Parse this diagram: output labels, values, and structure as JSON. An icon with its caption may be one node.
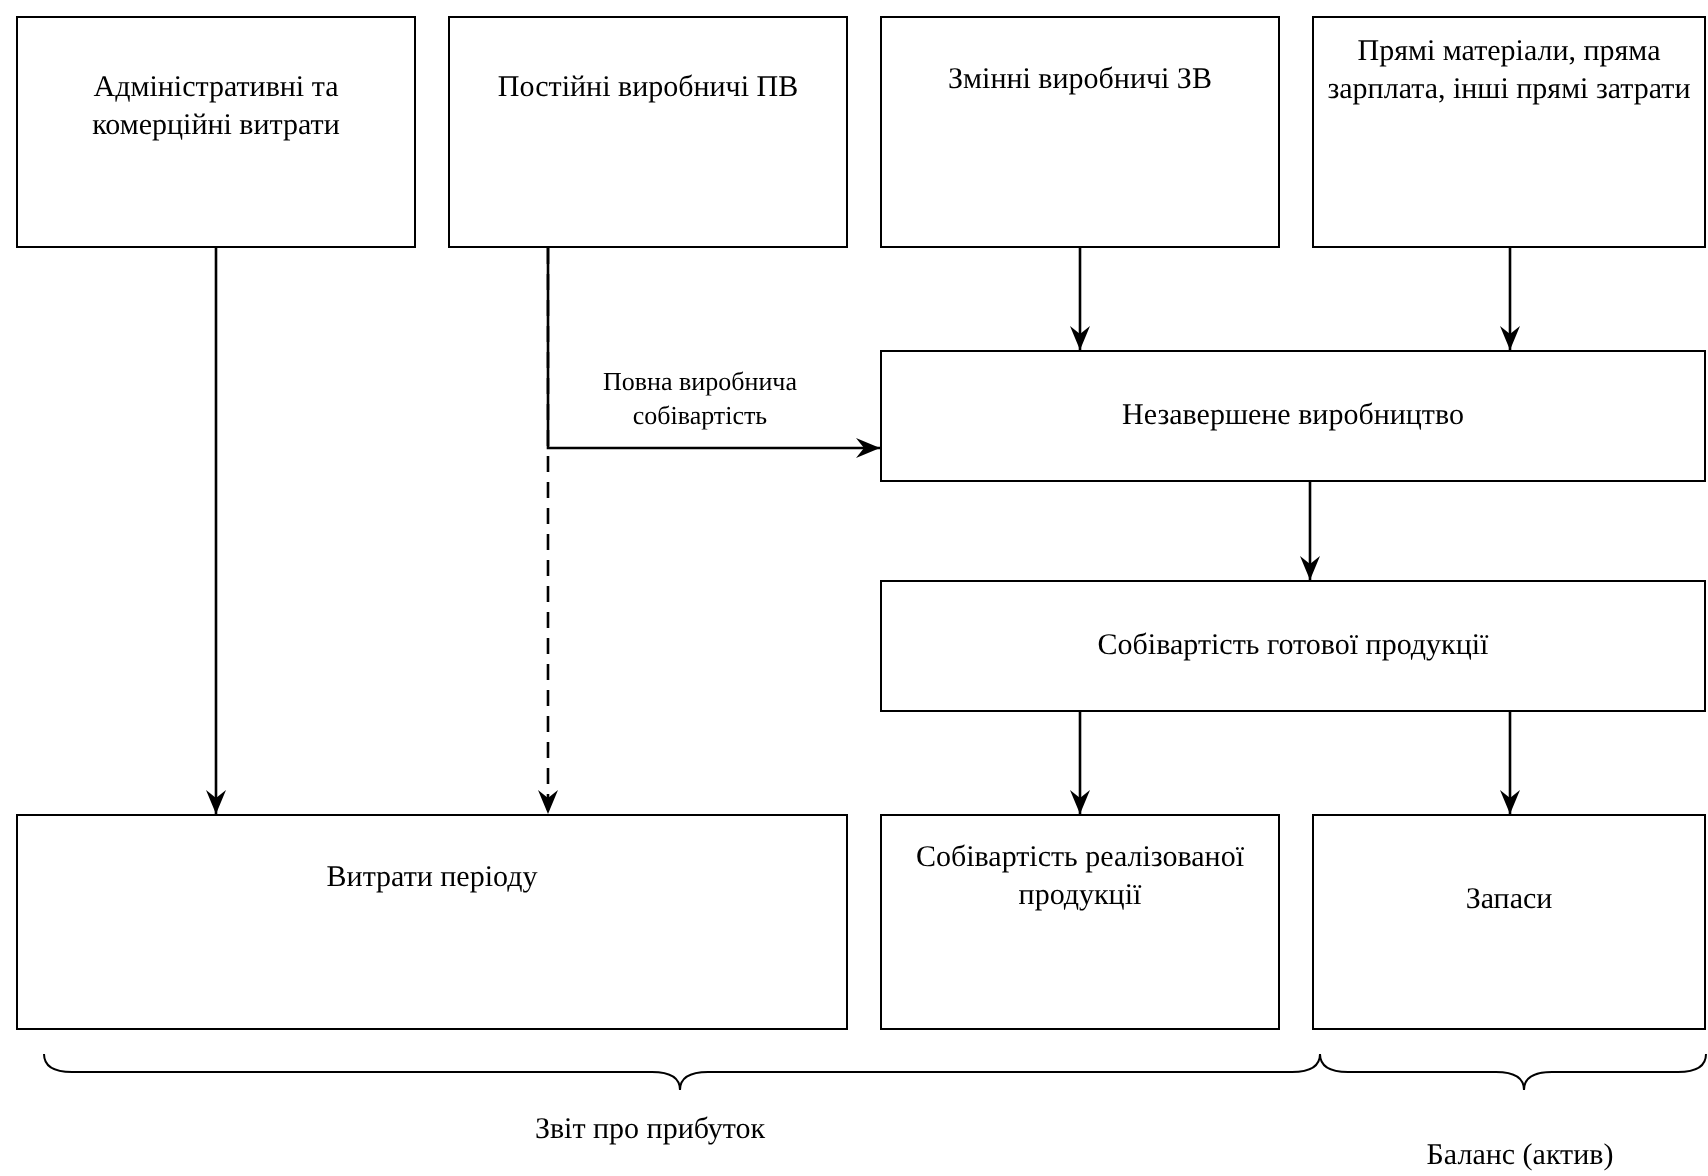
{
  "diagram": {
    "nodes": [
      {
        "text": [
          "Адміністративні та комерційні витрати"
        ]
      },
      {
        "text": [
          "Постійні виробничі ПВ"
        ]
      },
      {
        "text": [
          "Змінні виробничі ЗВ"
        ]
      },
      {
        "text": [
          "Прямі матеріали, пряма зарплата, інші прямі затрати"
        ]
      },
      {
        "text": [
          "Незавершене виробництво"
        ]
      },
      {
        "text": [
          "Собівартість готової продукції"
        ]
      },
      {
        "text": [
          "Витрати періоду"
        ]
      },
      {
        "text": [
          "Собівартість реалізованої продукції"
        ]
      },
      {
        "text": [
          "Запаси"
        ]
      }
    ],
    "edges": [
      {
        "from": 0,
        "to": 6,
        "arrow": "to"
      },
      {
        "from": 1,
        "to": 6,
        "arrow": "to",
        "style": "dashed"
      },
      {
        "from": 1,
        "to": 4,
        "arrow": "to",
        "label": "Повна виробнича собівартість"
      },
      {
        "from": 2,
        "to": 4,
        "arrow": "to"
      },
      {
        "from": 3,
        "to": 4,
        "arrow": "to"
      },
      {
        "from": 4,
        "to": 5,
        "arrow": "to"
      },
      {
        "from": 5,
        "to": 7,
        "arrow": "to"
      },
      {
        "from": 5,
        "to": 8,
        "arrow": "to"
      }
    ],
    "labels": [
      "Звіт про прибуток",
      "Баланс (актив)"
    ]
  }
}
